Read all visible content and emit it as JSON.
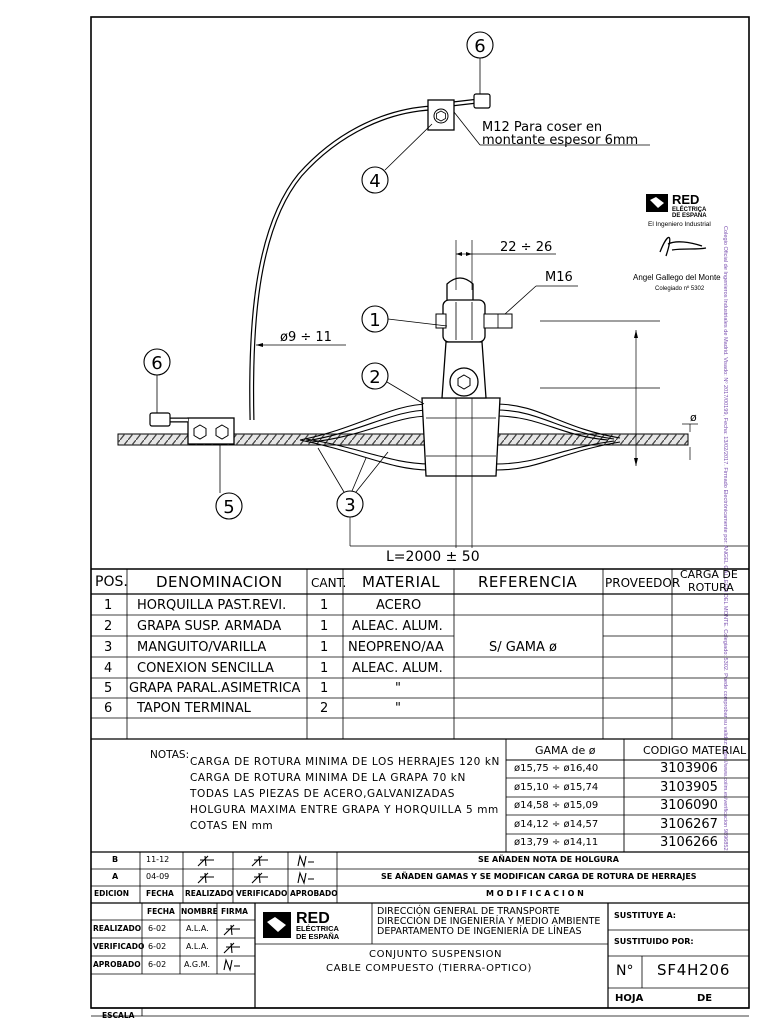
{
  "drawing": {
    "callouts": [
      "1",
      "2",
      "3",
      "4",
      "5",
      "6"
    ],
    "note_m12_line1": "M12 Para coser en",
    "note_m12_line2": "montante espesor 6mm",
    "dim_22_26": "22 ÷ 26",
    "dim_m16": "M16",
    "dim_diam": "ø9 ÷ 11",
    "dim_length": "L=2000 ± 50",
    "dim_phi": "ø"
  },
  "stamp": {
    "brand": "RED",
    "brand_sub1": "ELÉCTRICA",
    "brand_sub2": "DE ESPAÑA",
    "role": "El Ingeniero Industrial",
    "name": "Angel Gallego del Monte",
    "college": "Colegiado nº 5302",
    "vertical_text": "Colegio Oficial de Ingenieros Industriales de Madrid. Visado: Nº 2017/00199, Fecha: 13/02/2017. Firmado Electrónicamente por: ANGEL GALLEGO DEL MONTE. Colegiado: 5302. Puede comprobar su validez: https://www.coiim.es/verificacion 9896852"
  },
  "parts": {
    "headers": [
      "POS.",
      "DENOMINACION",
      "CANT.",
      "MATERIAL",
      "REFERENCIA",
      "PROVEEDOR",
      "CARGA DE ROTURA"
    ],
    "header_carga_1": "CARGA DE",
    "header_carga_2": "ROTURA",
    "rows": [
      {
        "pos": "1",
        "name": "HORQUILLA PAST.REVI.",
        "qty": "1",
        "material": "ACERO"
      },
      {
        "pos": "2",
        "name": "GRAPA SUSP. ARMADA",
        "qty": "1",
        "material": "ALEAC. ALUM."
      },
      {
        "pos": "3",
        "name": "MANGUITO/VARILLA",
        "qty": "1",
        "material": "NEOPRENO/AA"
      },
      {
        "pos": "4",
        "name": "CONEXION SENCILLA",
        "qty": "1",
        "material": "ALEAC. ALUM."
      },
      {
        "pos": "5",
        "name": "GRAPA PARAL.ASIMETRICA",
        "qty": "1",
        "material": "\""
      },
      {
        "pos": "6",
        "name": "TAPON TERMINAL",
        "qty": "2",
        "material": "\""
      }
    ],
    "reference": "S/ GAMA ø"
  },
  "notes": {
    "label": "NOTAS:",
    "lines": [
      "CARGA DE ROTURA MINIMA DE LOS HERRAJES 120 kN",
      "CARGA DE ROTURA MINIMA DE LA GRAPA   70 kN",
      "TODAS LAS PIEZAS DE ACERO,GALVANIZADAS",
      "HOLGURA MAXIMA ENTRE GRAPA Y HORQUILLA 5 mm",
      "COTAS EN mm"
    ]
  },
  "gama": {
    "headers": [
      "GAMA de ø",
      "CODIGO MATERIAL"
    ],
    "rows": [
      {
        "gama": "ø15,75 ÷ ø16,40",
        "code": "3103906"
      },
      {
        "gama": "ø15,10 ÷ ø15,74",
        "code": "3103905"
      },
      {
        "gama": "ø14,58 ÷ ø15,09",
        "code": "3106090"
      },
      {
        "gama": "ø14,12 ÷ ø14,57",
        "code": "3106267"
      },
      {
        "gama": "ø13,79 ÷ ø14,11",
        "code": "3106266"
      }
    ]
  },
  "revisions": {
    "rows": [
      {
        "edition": "B",
        "date": "11-12",
        "desc": "SE AÑADEN NOTA DE HOLGURA"
      },
      {
        "edition": "A",
        "date": "04-09",
        "desc": "SE AÑADEN GAMAS Y SE MODIFICAN CARGA DE ROTURA DE HERRAJES"
      }
    ],
    "headers": [
      "EDICION",
      "FECHA",
      "REALIZADO",
      "VERIFICADO",
      "APROBADO"
    ],
    "modificacion": "M O D I F I C A C I O N"
  },
  "title_block": {
    "cols": [
      "FECHA",
      "NOMBRE",
      "FIRMA"
    ],
    "rows": [
      {
        "label": "REALIZADO",
        "date": "6-02",
        "name": "A.L.A."
      },
      {
        "label": "VERIFICADO",
        "date": "6-02",
        "name": "A.L.A."
      },
      {
        "label": "APROBADO",
        "date": "6-02",
        "name": "A.G.M."
      }
    ],
    "escala": "ESCALA",
    "brand": "RED",
    "brand_sub1": "ELÉCTRICA",
    "brand_sub2": "DE ESPAÑA",
    "dept_lines": [
      "DIRECCIÓN GENERAL DE TRANSPORTE",
      "DIRECCIÓN DE INGENIERÍA Y MEDIO AMBIENTE",
      "DEPARTAMENTO DE INGENIERÍA DE LÍNEAS"
    ],
    "title_lines": [
      "CONJUNTO SUSPENSION",
      "CABLE COMPUESTO (TIERRA-OPTICO)"
    ],
    "sustituye": "SUSTITUYE A:",
    "sustituido": "SUSTITUIDO POR:",
    "n_label": "N°",
    "number": "SF4H206",
    "hoja": "HOJA",
    "de": "DE"
  }
}
